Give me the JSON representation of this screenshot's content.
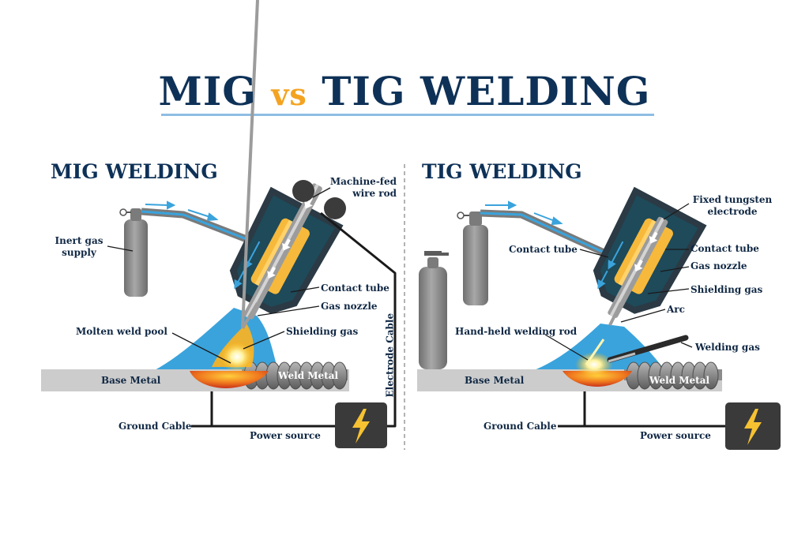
{
  "title": {
    "left": "MIG",
    "vs": "vs",
    "right": "TIG WELDING"
  },
  "mig": {
    "heading": "MIG WELDING",
    "labels": {
      "machine_fed_1": "Machine-fed",
      "machine_fed_2": "wire rod",
      "inert_gas_1": "Inert gas",
      "inert_gas_2": "supply",
      "contact_tube": "Contact tube",
      "gas_nozzle": "Gas nozzle",
      "molten_weld_pool": "Molten weld pool",
      "shielding_gas": "Shielding gas",
      "electrode_cable": "Electrode Cable",
      "base_metal": "Base Metal",
      "weld_metal": "Weld Metal",
      "ground_cable": "Ground Cable",
      "power_source": "Power source"
    }
  },
  "tig": {
    "heading": "TIG WELDING",
    "labels": {
      "fixed_tungsten_1": "Fixed tungsten",
      "fixed_tungsten_2": "electrode",
      "contact_tube_left": "Contact tube",
      "contact_tube_right": "Contact tube",
      "gas_nozzle": "Gas nozzle",
      "shielding_gas": "Shielding gas",
      "arc": "Arc",
      "hand_held_rod": "Hand-held welding rod",
      "welding_gas": "Welding gas",
      "base_metal": "Base Metal",
      "weld_metal": "Weld Metal",
      "ground_cable": "Ground Cable",
      "power_source": "Power source"
    }
  },
  "colors": {
    "navy": "#0e3157",
    "accent_orange": "#f4a321",
    "gas_blue": "#3aa3dc",
    "nozzle_dark": "#1e4a5a",
    "contact_tube_yellow": "#f6b93b",
    "metal_gray": "#c9c9c9",
    "cylinder_gray": "#8a8a8a",
    "power_box": "#3a3a3a",
    "bolt_yellow": "#f6c231",
    "pool_red": "#d63a1a"
  },
  "icons": {
    "power": "lightning-bolt-icon",
    "gas_valve": "valve-icon"
  }
}
